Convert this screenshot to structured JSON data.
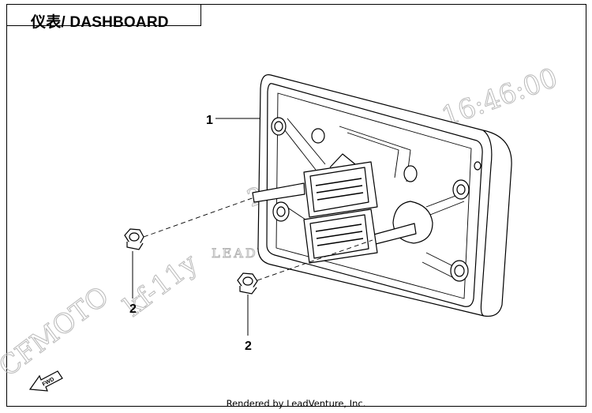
{
  "title": "仪表/ DASHBOARD",
  "footer": "Rendered by LeadVenture, Inc.",
  "watermarks": {
    "brand": "CFMOTO",
    "model": "kf-11y",
    "date": "2025-0",
    "time": "16:46:00",
    "vendor": "LEADVENTURE"
  },
  "callouts": [
    "1",
    "2",
    "2"
  ],
  "fwd_label": "FWD"
}
